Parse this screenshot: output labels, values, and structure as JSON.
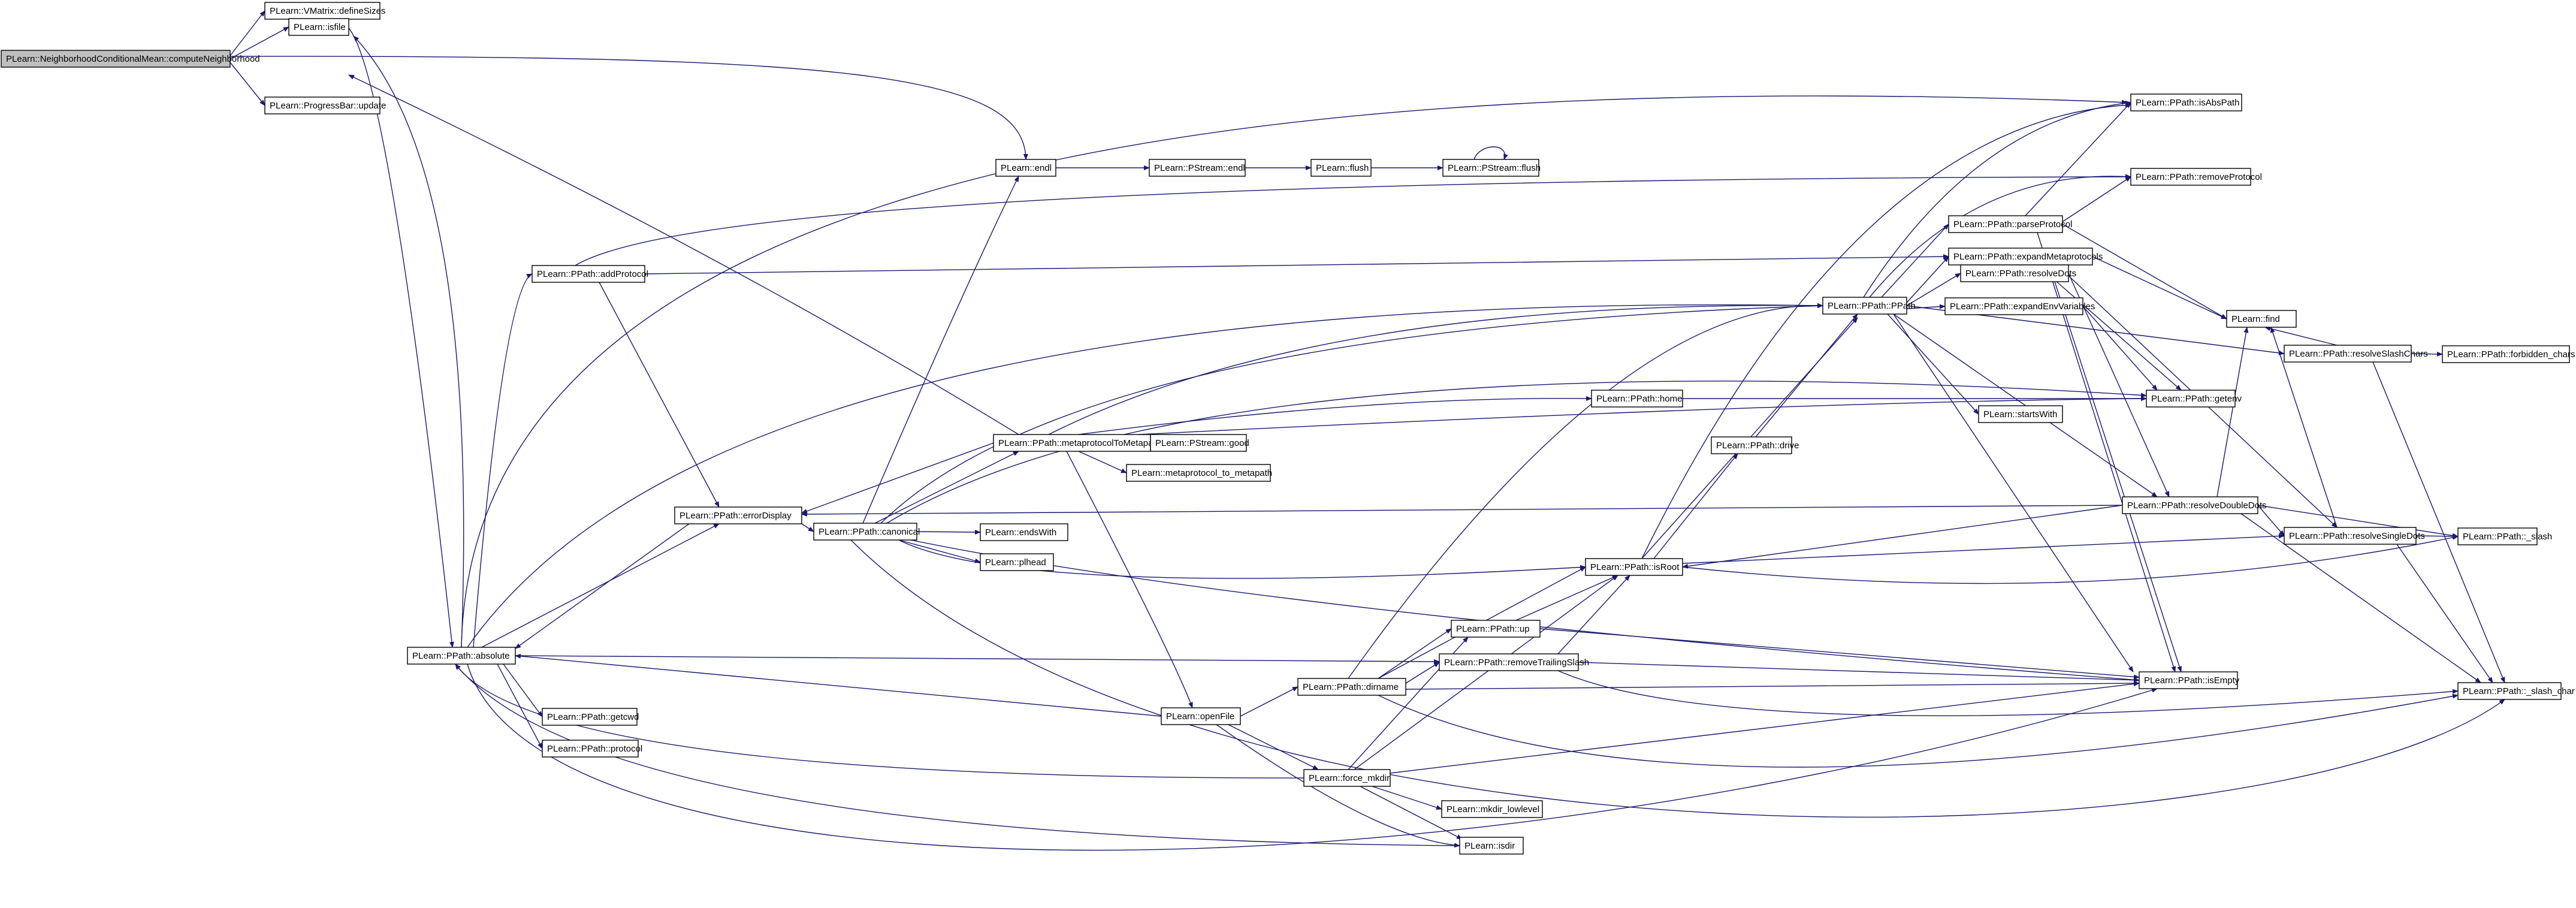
{
  "diagram": {
    "type": "call-graph",
    "edge_color": "#191970",
    "root_fill": "#bfbfbf",
    "nodes": {
      "root": "PLearn::NeighborhoodConditionalMean::computeNeighborhood",
      "defineSizes": "PLearn::VMatrix::defineSizes",
      "isfile": "PLearn::isfile",
      "progressUpdate": "PLearn::ProgressBar::update",
      "endl": "PLearn::endl",
      "pstreamEndl": "PLearn::PStream::endl",
      "flush": "PLearn::flush",
      "pstreamFlush": "PLearn::PStream::flush",
      "isAbsPath": "PLearn::PPath::isAbsPath",
      "removeProtocol": "PLearn::PPath::removeProtocol",
      "parseProtocol": "PLearn::PPath::parseProtocol",
      "expandMetaprotocols": "PLearn::PPath::expandMetaprotocols",
      "addProtocol": "PLearn::PPath::addProtocol",
      "ppath": "PLearn::PPath::PPath",
      "resolveDots": "PLearn::PPath::resolveDots",
      "expandEnvVariables": "PLearn::PPath::expandEnvVariables",
      "find": "PLearn::find",
      "resolveSlashChars": "PLearn::PPath::resolveSlashChars",
      "forbiddenChars": "PLearn::PPath::forbidden_chars",
      "home": "PLearn::PPath::home",
      "getenv": "PLearn::PPath::getenv",
      "startsWith": "PLearn::startsWith",
      "metaprotocolToMetapath": "PLearn::PPath::metaprotocolToMetapath",
      "good": "PLearn::PStream::good",
      "metaprotocolToMetapathFn": "PLearn::metaprotocol_to_metapath",
      "drive": "PLearn::PPath::drive",
      "resolveDoubleDots": "PLearn::PPath::resolveDoubleDots",
      "errorDisplay": "PLearn::PPath::errorDisplay",
      "canonical": "PLearn::PPath::canonical",
      "endsWith": "PLearn::endsWith",
      "plhead": "PLearn::plhead",
      "resolveSingleDots": "PLearn::PPath::resolveSingleDots",
      "slash": "PLearn::PPath::_slash",
      "isRoot": "PLearn::PPath::isRoot",
      "absolute": "PLearn::PPath::absolute",
      "up": "PLearn::PPath::up",
      "removeTrailingSlash": "PLearn::PPath::removeTrailingSlash",
      "isEmpty": "PLearn::PPath::isEmpty",
      "dirname": "PLearn::PPath::dirname",
      "slashChar": "PLearn::PPath::_slash_char",
      "getcwd": "PLearn::PPath::getcwd",
      "openFile": "PLearn::openFile",
      "protocol": "PLearn::PPath::protocol",
      "forceMkdir": "PLearn::force_mkdir",
      "mkdirLowlevel": "PLearn::mkdir_lowlevel",
      "isdir": "PLearn::isdir"
    }
  }
}
